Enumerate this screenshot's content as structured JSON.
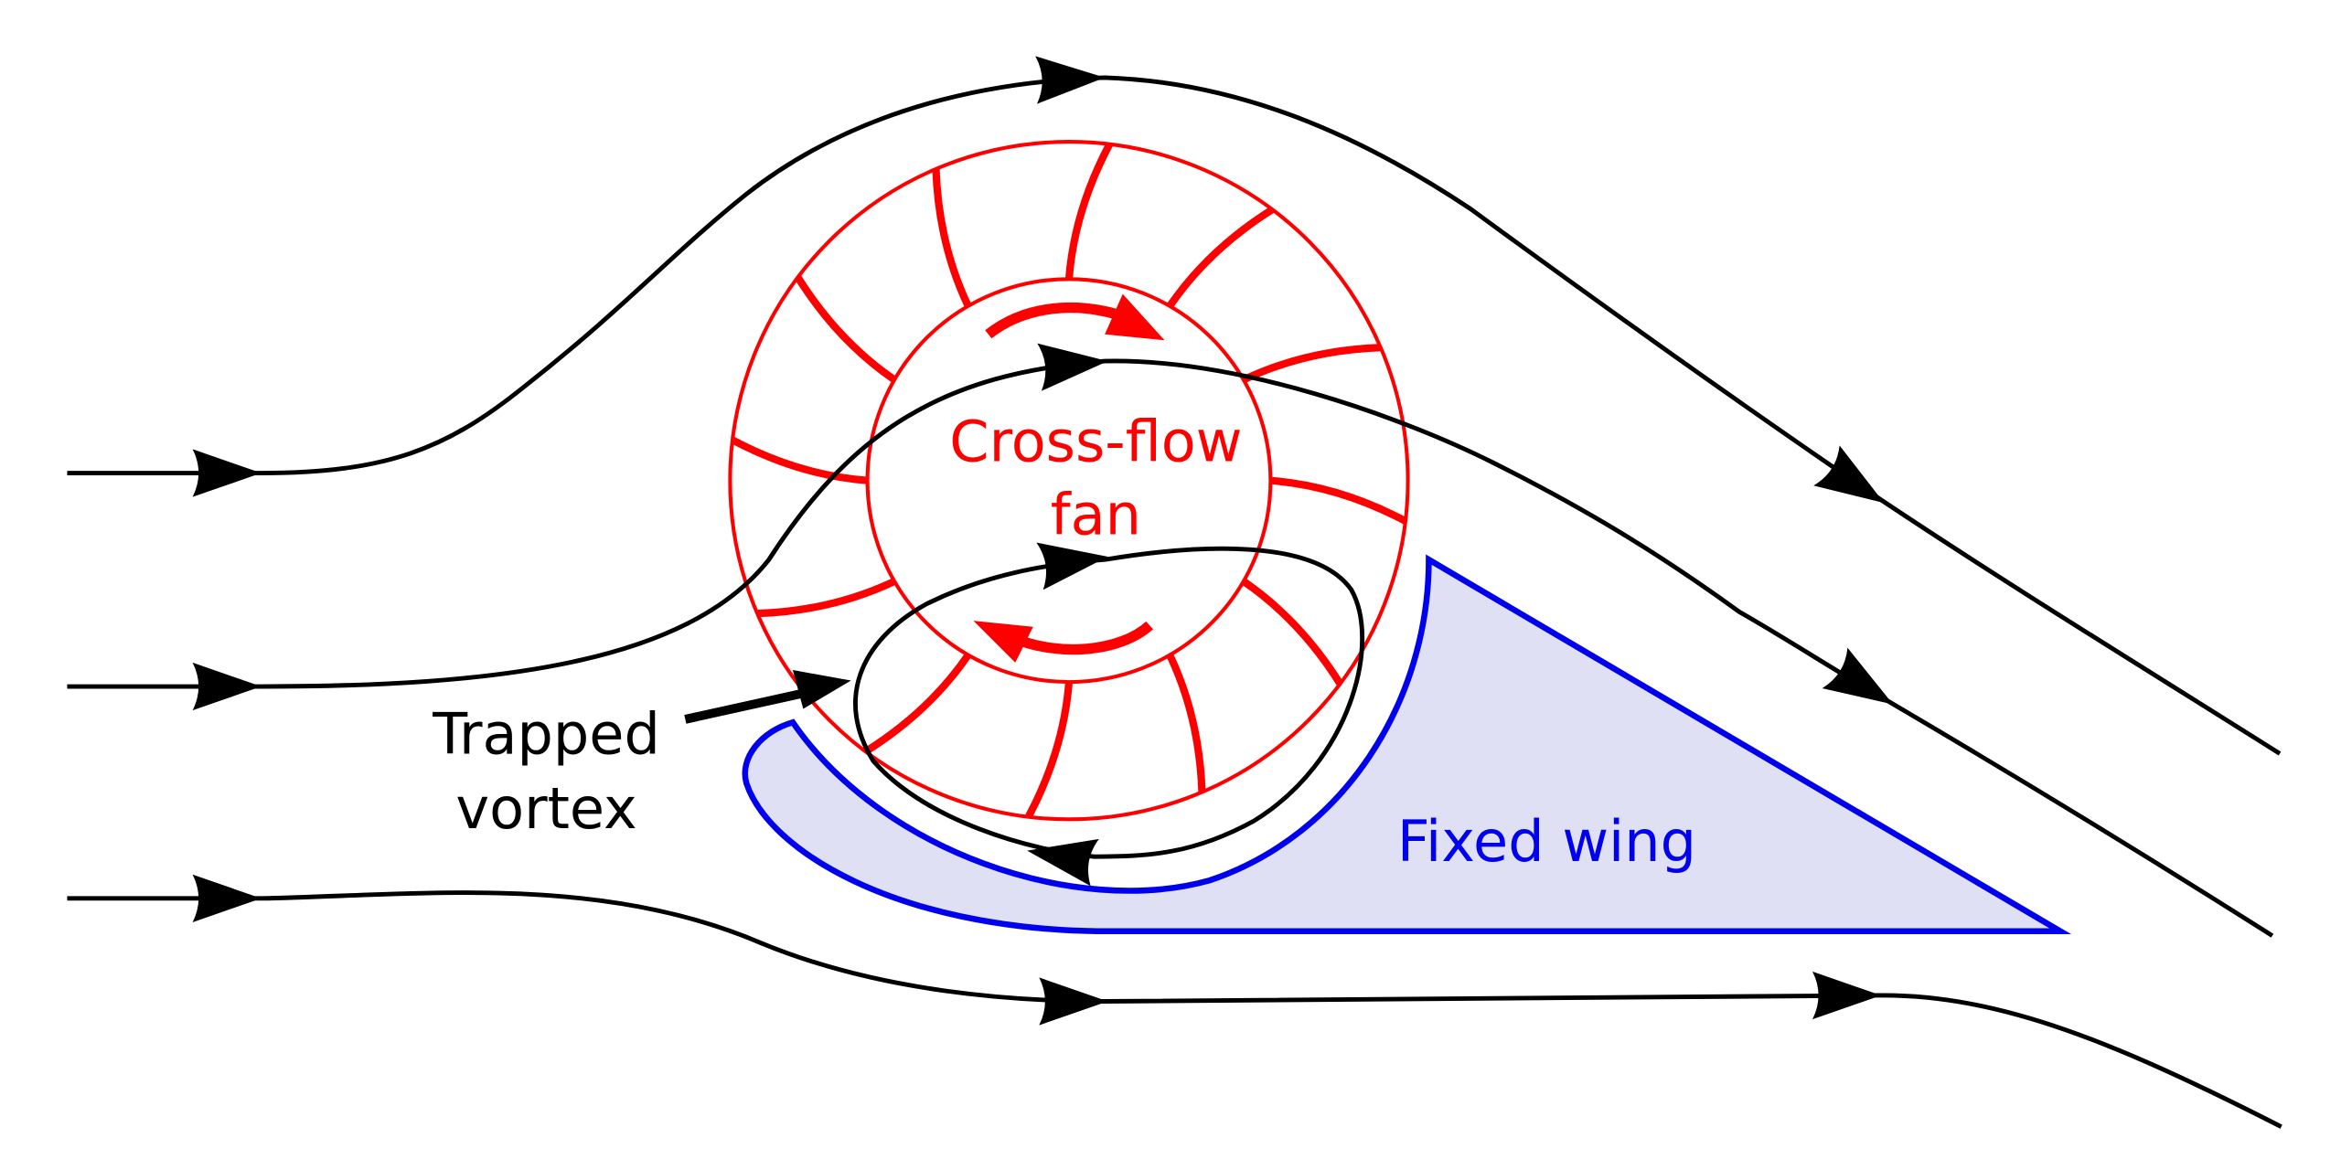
{
  "diagram": {
    "title": "Cross-flow fan with trapped vortex and fixed wing",
    "labels": {
      "fan_line1": "Cross-flow",
      "fan_line2": "fan",
      "vortex_line1": "Trapped",
      "vortex_line2": "vortex",
      "wing": "Fixed wing"
    },
    "colors": {
      "fan": "#ff0000",
      "streamline": "#000000",
      "wing_stroke": "#0000ee",
      "wing_fill": "#e0e0f5",
      "background": "#ffffff"
    },
    "fan": {
      "blade_count": 12,
      "rotation": "clockwise"
    },
    "streamlines": [
      {
        "name": "upper-streamline",
        "arrow_count": 3
      },
      {
        "name": "middle-streamline",
        "arrow_count": 3
      },
      {
        "name": "lower-streamline",
        "arrow_count": 3
      },
      {
        "name": "vortex-loop",
        "arrow_count": 2
      }
    ]
  }
}
